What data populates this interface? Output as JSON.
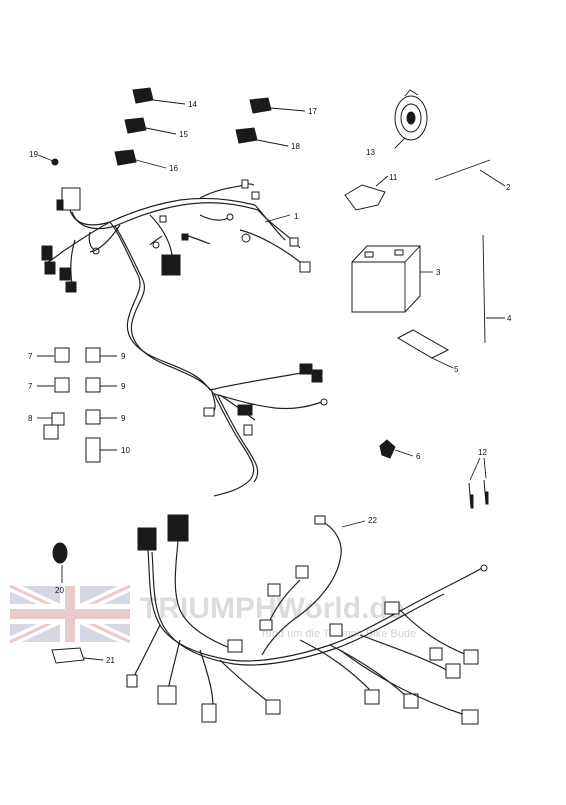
{
  "watermark": {
    "brand": "TRIUMPHWorld.de",
    "tagline": "rund um die Triumph Bike Bude"
  },
  "callouts": {
    "c1": "1",
    "c2": "2",
    "c3": "3",
    "c4": "4",
    "c5": "5",
    "c6": "6",
    "c7a": "7",
    "c7b": "7",
    "c8": "8",
    "c9a": "9",
    "c9b": "9",
    "c9c": "9",
    "c10": "10",
    "c11": "11",
    "c12": "12",
    "c13": "13",
    "c14": "14",
    "c15": "15",
    "c16": "16",
    "c17": "17",
    "c18": "18",
    "c19": "19",
    "c20": "20",
    "c21": "21",
    "c22": "22"
  }
}
